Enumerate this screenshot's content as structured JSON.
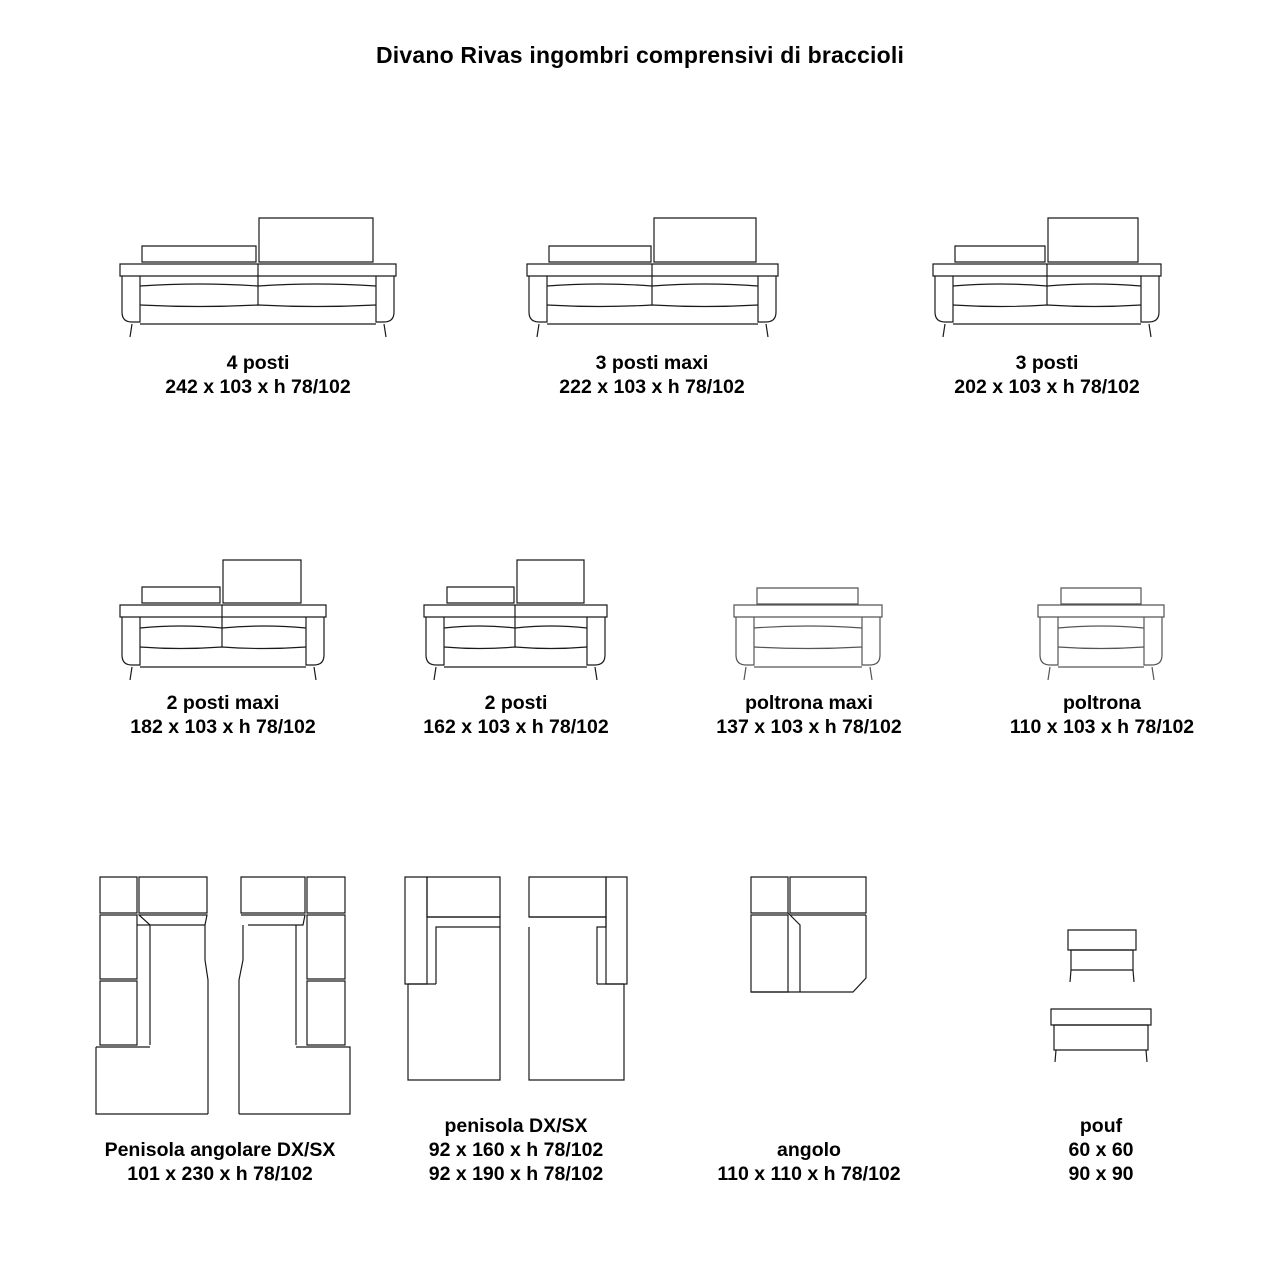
{
  "title": "Divano Rivas ingombri comprensivi di braccioli",
  "items": [
    {
      "name": "4 posti",
      "dims": [
        "242 x 103 x h 78/102"
      ]
    },
    {
      "name": "3 posti maxi",
      "dims": [
        "222 x 103 x h 78/102"
      ]
    },
    {
      "name": "3 posti",
      "dims": [
        "202 x 103 x h 78/102"
      ]
    },
    {
      "name": "2 posti maxi",
      "dims": [
        "182 x 103 x h 78/102"
      ]
    },
    {
      "name": "2 posti",
      "dims": [
        "162 x 103 x h 78/102"
      ]
    },
    {
      "name": "poltrona maxi",
      "dims": [
        "137 x 103 x h 78/102"
      ]
    },
    {
      "name": "poltrona",
      "dims": [
        "110 x 103 x h 78/102"
      ]
    },
    {
      "name": "Penisola angolare DX/SX",
      "dims": [
        "101 x 230 x h 78/102"
      ]
    },
    {
      "name": "penisola DX/SX",
      "dims": [
        "92 x 160 x h 78/102",
        "92 x 190 x h 78/102"
      ]
    },
    {
      "name": "angolo",
      "dims": [
        "110 x 110 x h 78/102"
      ]
    },
    {
      "name": "pouf",
      "dims": [
        "60 x 60",
        "90 x 90"
      ]
    }
  ],
  "colors": {
    "line": "#1a1a1a",
    "background": "#ffffff"
  }
}
